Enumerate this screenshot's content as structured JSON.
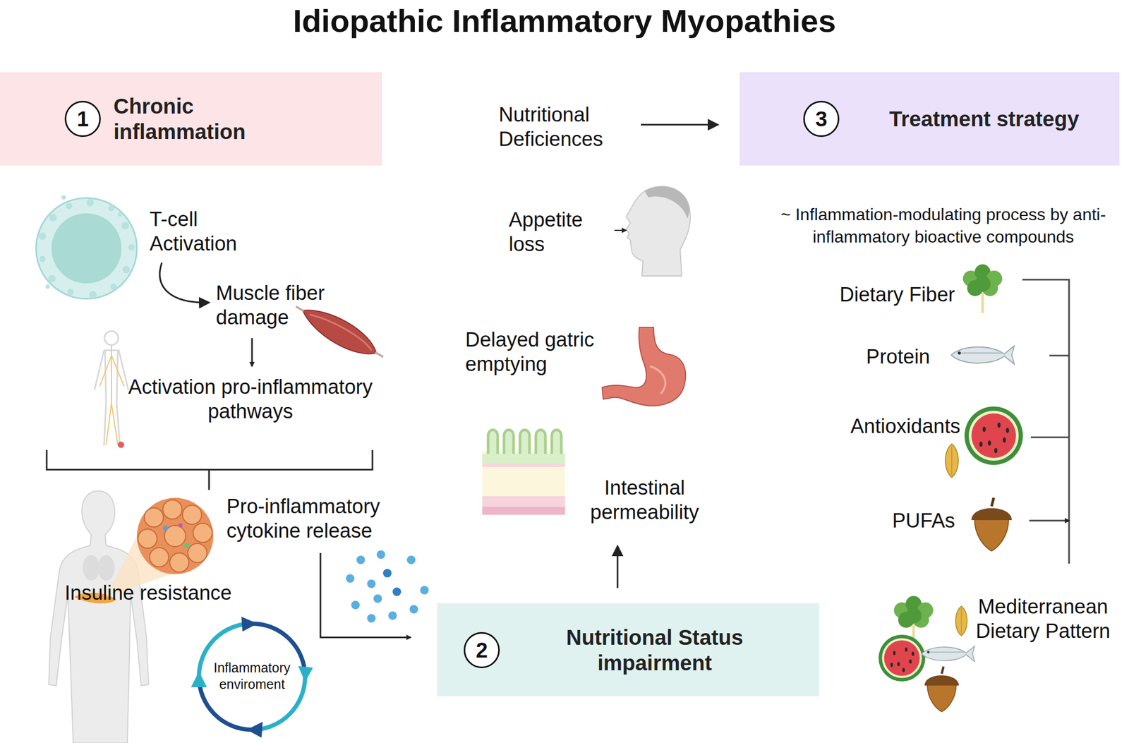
{
  "diagram": {
    "title": "Idiopathic Inflammatory Myopathies",
    "nodes": [
      {
        "text": [
          "Chronic inflammation"
        ]
      },
      {
        "text": [
          "1"
        ],
        "in": 0
      },
      {
        "text": [
          "Treatment strategy"
        ]
      },
      {
        "text": [
          "3"
        ],
        "in": 2
      },
      {
        "text": [
          "Nutritional Status impairment"
        ]
      },
      {
        "text": [
          "2"
        ],
        "in": 4
      }
    ],
    "labels": [
      "T-cell Activation",
      "Muscle fiber damage",
      "Activation pro-inflammatory pathways",
      "Pro-inflammatory cytokine release",
      "Insuline resistance",
      "Inflammatory enviroment",
      "Nutritional Deficiences",
      "Appetite loss",
      "Delayed gatric emptying",
      "Intestinal permeability",
      "~ Inflammation-modulating process by anti-inflammatory bioactive compounds",
      "Dietary Fiber",
      "Protein",
      "Antioxidants",
      "PUFAs",
      "Mediterranean Dietary Pattern"
    ]
  }
}
